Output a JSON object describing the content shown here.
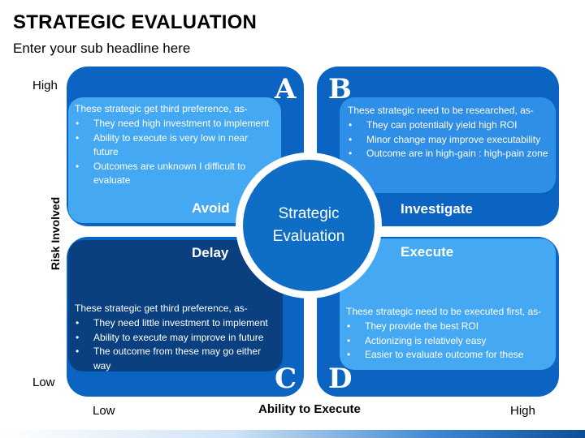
{
  "header": {
    "title": "STRATEGIC EVALUATION",
    "subtitle": "Enter your sub headline here"
  },
  "axes": {
    "y_title": "Risk Involved",
    "y_high": "High",
    "y_low": "Low",
    "x_title": "Ability to Execute",
    "x_low": "Low",
    "x_high": "High"
  },
  "center": {
    "line1": "Strategic",
    "line2": "Evaluation"
  },
  "quadrants": {
    "a": {
      "letter": "A",
      "label": "Avoid",
      "lead": "These strategic get third preference, as-",
      "bullets": [
        "They need high investment to implement",
        "Ability to execute is very low in near future",
        "Outcomes are unknown I difficult to evaluate"
      ]
    },
    "b": {
      "letter": "B",
      "label": "Investigate",
      "lead": "These strategic need to be researched, as-",
      "bullets": [
        "They can potentially yield high ROI",
        "Minor change may improve executability",
        "Outcome are in high-gain : high-pain zone"
      ]
    },
    "c": {
      "letter": "C",
      "label": "Delay",
      "lead": "These strategic get third preference, as-",
      "bullets": [
        "They need little investment to implement",
        "Ability to execute may improve in future",
        "The outcome from these may go either way"
      ]
    },
    "d": {
      "letter": "D",
      "label": "Execute",
      "lead": "These strategic need to be executed first, as-",
      "bullets": [
        "They provide the best ROI",
        "Actionizing is relatively easy",
        "Easier to evaluate outcome for these"
      ]
    }
  },
  "colors": {
    "quad_dark": "#0b63c2",
    "quad_a_inner": "#45a8f2",
    "quad_b_inner": "#2f8ee6",
    "quad_c_inner": "#0a3f80",
    "quad_d_inner": "#45a8f2",
    "center": "#0e6ec6"
  }
}
